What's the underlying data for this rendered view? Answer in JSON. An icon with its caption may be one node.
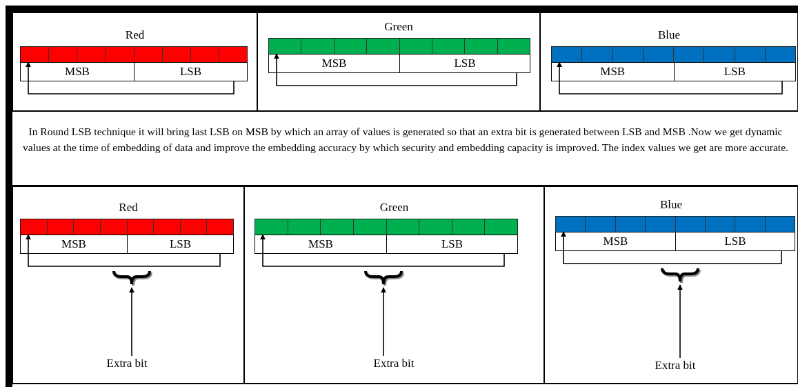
{
  "diagram": {
    "nodes": [
      {
        "text": [
          "Red"
        ]
      },
      {
        "text": [
          "MSB"
        ],
        "in": 0
      },
      {
        "text": [
          "LSB"
        ],
        "in": 0
      },
      {
        "text": [
          "Green"
        ]
      },
      {
        "text": [
          "MSB"
        ],
        "in": 3
      },
      {
        "text": [
          "LSB"
        ],
        "in": 3
      },
      {
        "text": [
          "Blue"
        ]
      },
      {
        "text": [
          "MSB"
        ],
        "in": 6
      },
      {
        "text": [
          "LSB"
        ],
        "in": 6
      },
      {
        "text": [
          "Red"
        ]
      },
      {
        "text": [
          "MSB"
        ],
        "in": 9
      },
      {
        "text": [
          "LSB"
        ],
        "in": 9
      },
      {
        "text": [],
        "shape": "brace",
        "in": 9
      },
      {
        "text": [
          "Extra bit"
        ],
        "in": 9
      },
      {
        "text": [
          "Green"
        ]
      },
      {
        "text": [
          "MSB"
        ],
        "in": 14
      },
      {
        "text": [
          "LSB"
        ],
        "in": 14
      },
      {
        "text": [],
        "shape": "brace",
        "in": 14
      },
      {
        "text": [
          "Extra bit"
        ],
        "in": 14
      },
      {
        "text": [
          "Blue"
        ]
      },
      {
        "text": [
          "MSB"
        ],
        "in": 19
      },
      {
        "text": [
          "LSB"
        ],
        "in": 19
      },
      {
        "text": [],
        "shape": "brace",
        "in": 19
      },
      {
        "text": [
          "Extra bit"
        ],
        "in": 19
      }
    ],
    "edges": [
      {
        "from": 2,
        "to": 1,
        "arrow": "to"
      },
      {
        "from": 5,
        "to": 4,
        "arrow": "to"
      },
      {
        "from": 8,
        "to": 7,
        "arrow": "to"
      },
      {
        "from": 11,
        "to": 10,
        "arrow": "to"
      },
      {
        "from": 13,
        "to": 12,
        "arrow": "to"
      },
      {
        "from": 16,
        "to": 15,
        "arrow": "to"
      },
      {
        "from": 18,
        "to": 17,
        "arrow": "to"
      },
      {
        "from": 21,
        "to": 20,
        "arrow": "to"
      },
      {
        "from": 23,
        "to": 22,
        "arrow": "to"
      }
    ],
    "labels": [
      "In Round LSB technique it will bring last LSB on MSB by which an array of values is generated so that an extra bit is generated between LSB and MSB .Now we get dynamic values at the time of embedding of data and improve the embedding accuracy by which security and embedding capacity is improved. The index values we get are more accurate."
    ]
  }
}
